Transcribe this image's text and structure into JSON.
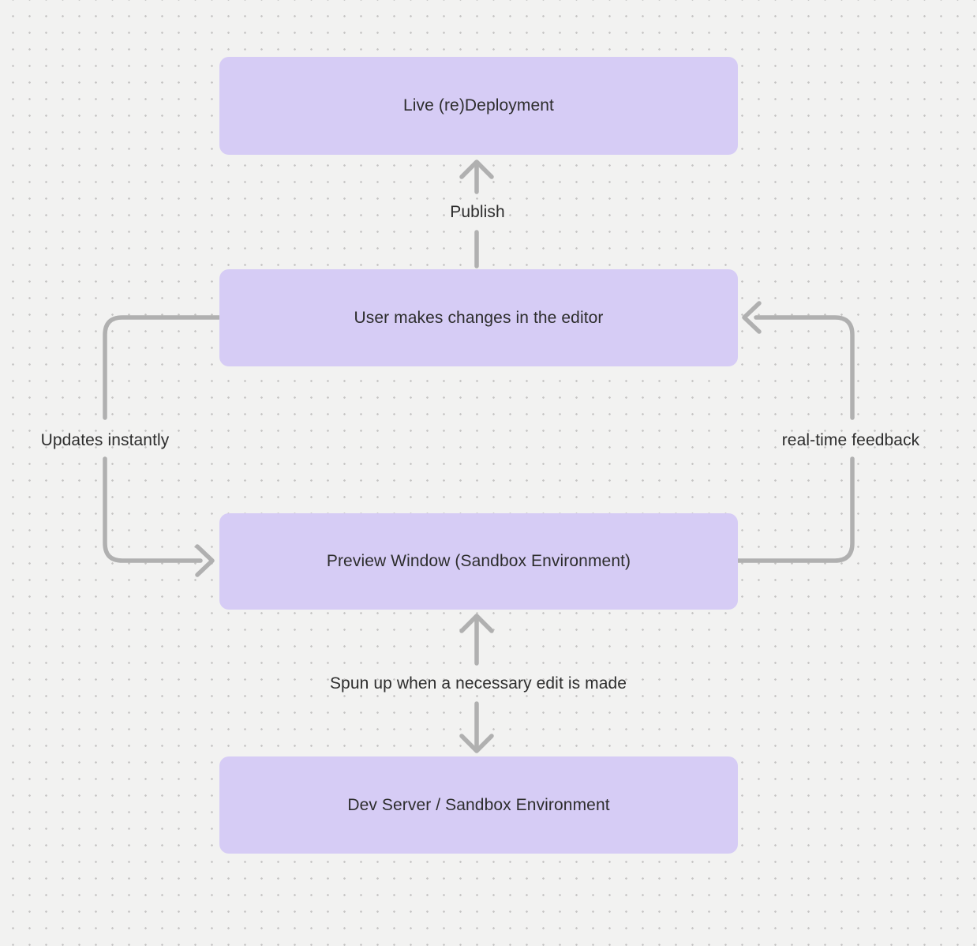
{
  "diagram": {
    "type": "flowchart",
    "nodes": [
      {
        "id": "live-deployment",
        "label": "Live (re)Deployment"
      },
      {
        "id": "user-edits",
        "label": "User makes changes in the editor"
      },
      {
        "id": "preview-window",
        "label": "Preview Window (Sandbox Environment)"
      },
      {
        "id": "dev-server",
        "label": "Dev Server / Sandbox Environment"
      }
    ],
    "edges": [
      {
        "from": "user-edits",
        "to": "live-deployment",
        "label": "Publish",
        "direction": "up"
      },
      {
        "from": "user-edits",
        "to": "preview-window",
        "label": "Updates instantly",
        "direction": "left-loop-down"
      },
      {
        "from": "preview-window",
        "to": "user-edits",
        "label": "real-time feedback",
        "direction": "right-loop-up"
      },
      {
        "from": "preview-window",
        "to": "dev-server",
        "label": "Spun up when a necessary edit is made",
        "direction": "bidirectional"
      }
    ],
    "colors": {
      "background": "#f2f2f1",
      "grid_dot": "#c5c4c3",
      "node_fill": "#d6ccf5",
      "edge_stroke": "#b0b0b0",
      "text": "#2d2d2d"
    }
  }
}
